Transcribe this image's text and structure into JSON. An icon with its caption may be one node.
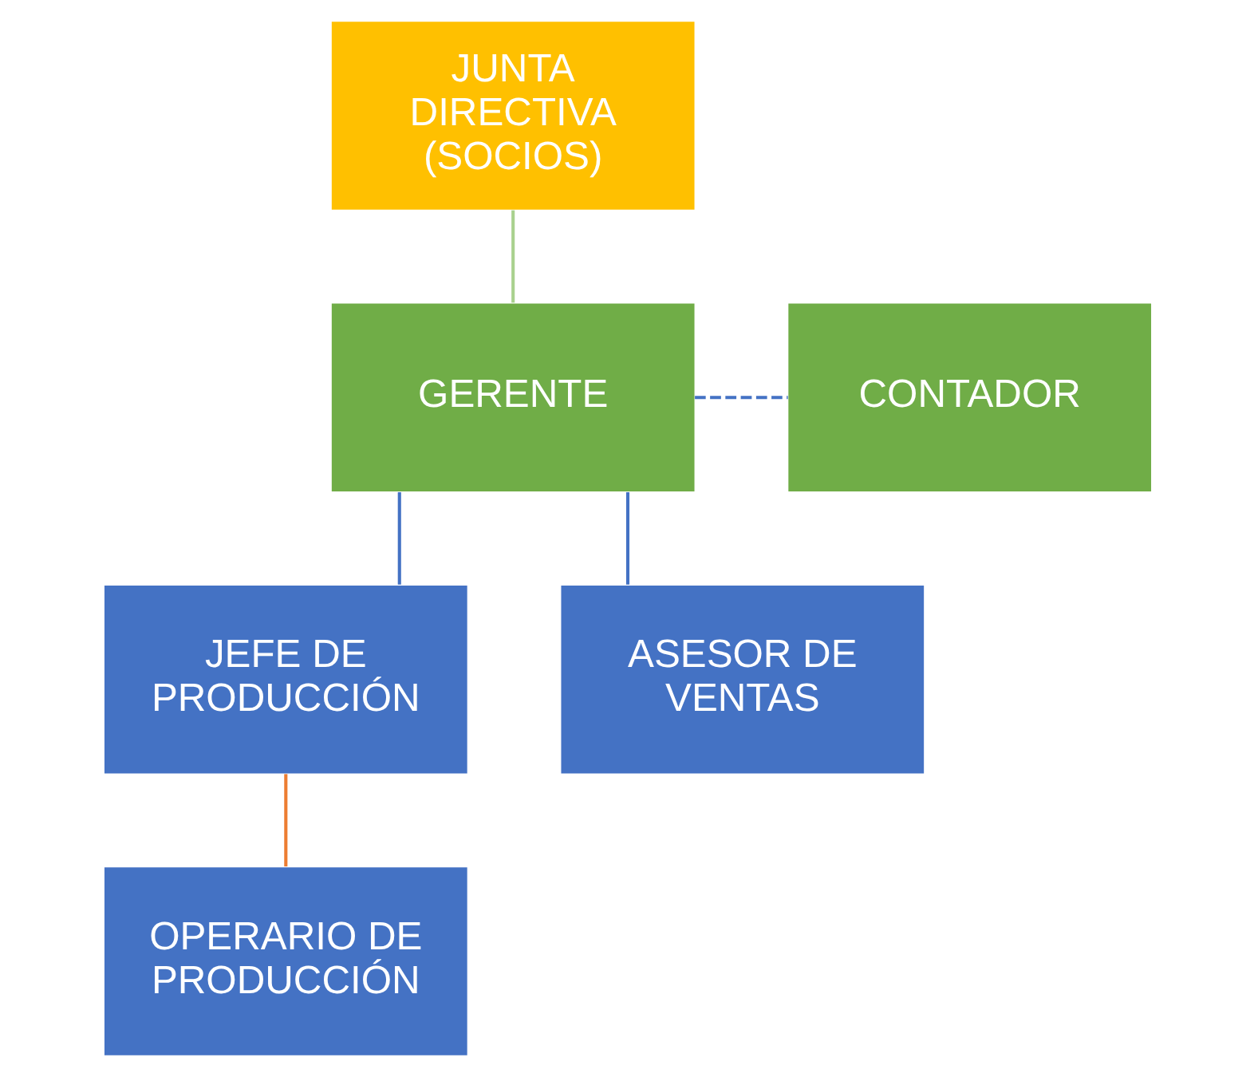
{
  "diagram": {
    "nodes": [
      {
        "text": [
          "JUNTA DIRECTIVA (SOCIOS)"
        ]
      },
      {
        "text": [
          "GERENTE"
        ]
      },
      {
        "text": [
          "CONTADOR"
        ]
      },
      {
        "text": [
          "JEFE DE PRODUCCIÓN"
        ]
      },
      {
        "text": [
          "ASESOR DE VENTAS"
        ]
      },
      {
        "text": [
          "OPERARIO DE PRODUCCIÓN"
        ]
      }
    ],
    "edges": [
      {
        "from": 0,
        "to": 1,
        "arrow": "none",
        "color": "#a9d18e"
      },
      {
        "from": 1,
        "to": 2,
        "arrow": "none",
        "style": "dashed"
      },
      {
        "from": 1,
        "to": 3,
        "arrow": "none"
      },
      {
        "from": 1,
        "to": 4,
        "arrow": "none"
      },
      {
        "from": 3,
        "to": 5,
        "arrow": "none",
        "color": "#ed7d31"
      }
    ]
  }
}
